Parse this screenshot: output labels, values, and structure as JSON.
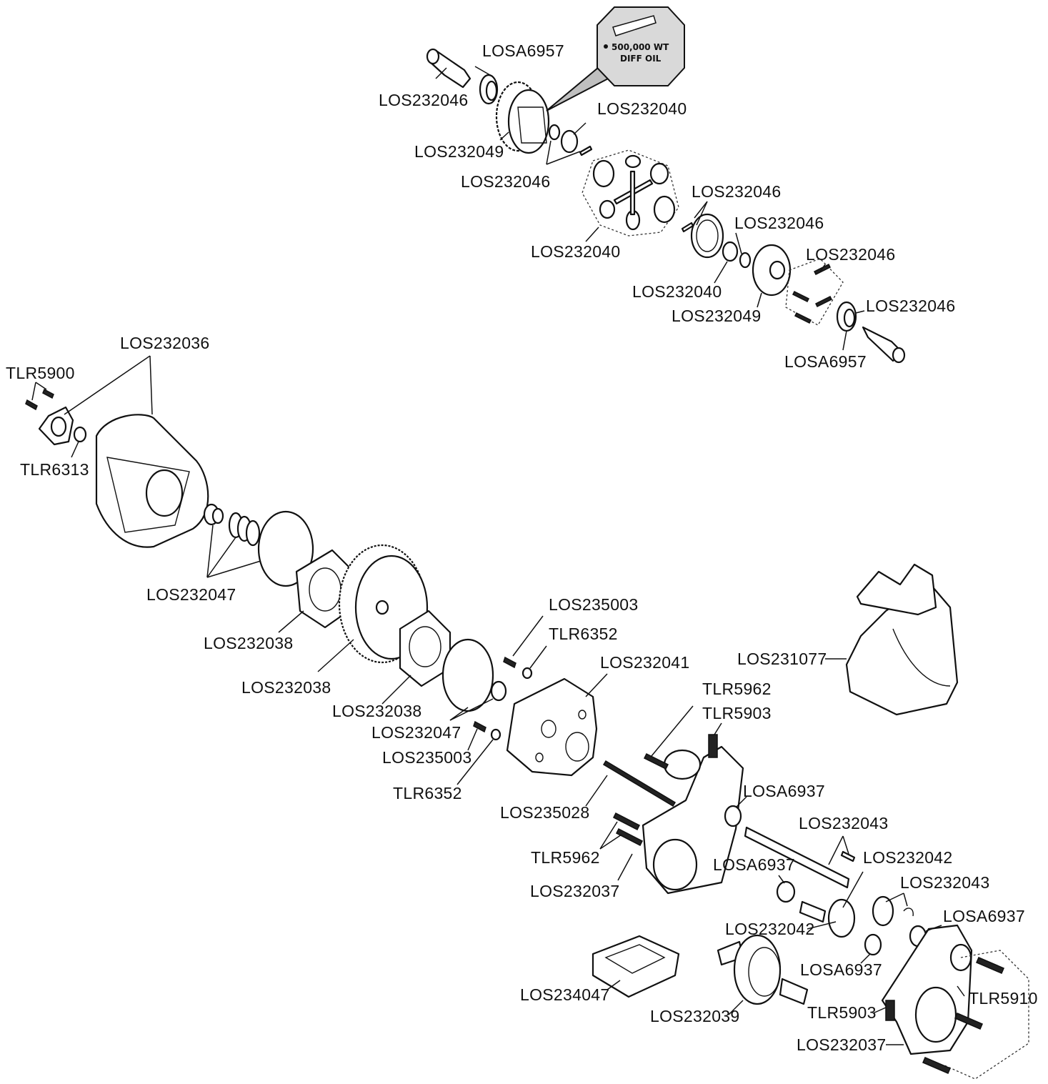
{
  "callout": {
    "line1": "500,000 WT",
    "line2": "DIFF OIL"
  },
  "labels": {
    "l01": "LOSA6957",
    "l02": "LOS232046",
    "l03": "LOS232040",
    "l04": "LOS232049",
    "l05": "LOS232046",
    "l06": "LOS232046",
    "l07": "LOS232040",
    "l08": "LOS232046",
    "l09": "LOS232040",
    "l10": "LOS232046",
    "l11": "LOS232049",
    "l12": "LOS232046",
    "l13": "LOSA6957",
    "l14": "LOS232036",
    "l15": "TLR5900",
    "l16": "TLR6313",
    "l17": "LOS232047",
    "l18": "LOS232038",
    "l19": "LOS232038",
    "l20": "LOS232038",
    "l21": "LOS235003",
    "l22": "TLR6352",
    "l23": "LOS232041",
    "l24": "LOS231077",
    "l25": "LOS232047",
    "l26": "LOS235003",
    "l27": "TLR6352",
    "l28": "TLR5962",
    "l29": "TLR5903",
    "l30": "LOSA6937",
    "l31": "LOS235028",
    "l32": "LOS232043",
    "l33": "TLR5962",
    "l34": "LOS232037",
    "l35": "LOS232042",
    "l36": "LOSA6937",
    "l37": "LOS232043",
    "l38": "LOSA6937",
    "l39": "LOS232042",
    "l40": "LOSA6937",
    "l41": "TLR5910",
    "l42": "TLR5903",
    "l43": "LOS234047",
    "l44": "LOS232039",
    "l45": "LOS232037"
  }
}
